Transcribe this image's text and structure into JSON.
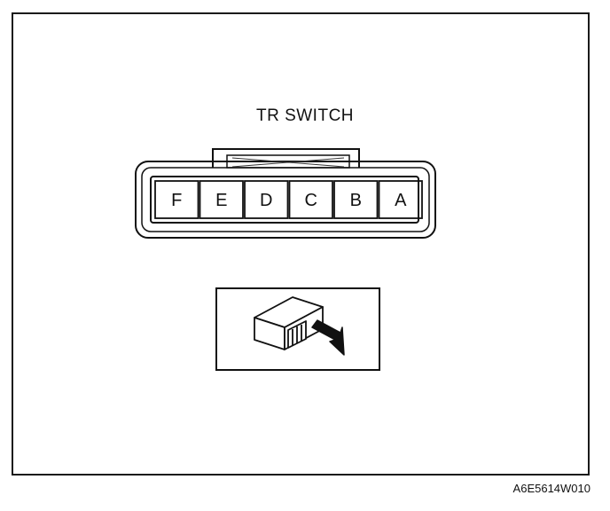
{
  "title": "TR SWITCH",
  "pins": [
    "F",
    "E",
    "D",
    "C",
    "B",
    "A"
  ],
  "figure_code": "A6E5614W010"
}
